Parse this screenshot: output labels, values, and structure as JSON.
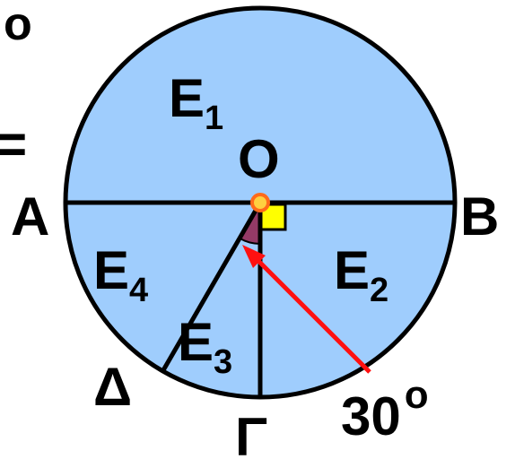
{
  "colors": {
    "disk_fill": "#9fcdfd",
    "stroke": "#000000",
    "angle_fill": "#943a66",
    "right_angle_fill": "#ffff00",
    "center_fill": "#ffd040",
    "center_ring": "#ff6a1a",
    "arrow": "#ff1010"
  },
  "points": {
    "center": "O",
    "left": "A",
    "right": "B",
    "bottom": "Γ",
    "lower_left": "Δ"
  },
  "regions": [
    {
      "letter": "E",
      "index": "1"
    },
    {
      "letter": "E",
      "index": "2"
    },
    {
      "letter": "E",
      "index": "3"
    },
    {
      "letter": "E",
      "index": "4"
    }
  ],
  "angle": {
    "value": "30",
    "unit": "o",
    "degrees": 30
  },
  "cropped_top": {
    "degree_mark": "o",
    "equals": "="
  }
}
